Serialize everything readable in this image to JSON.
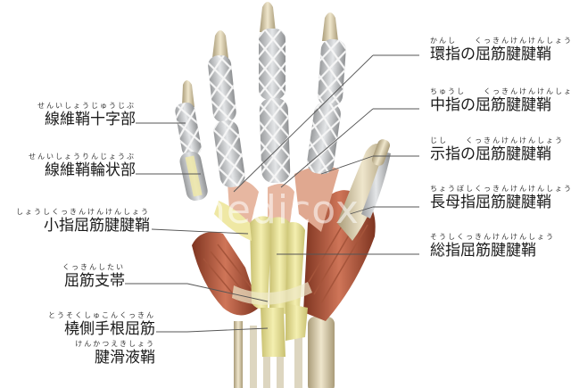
{
  "watermark": "medicox",
  "labels_left": [
    {
      "key": "fibrous_cruciate",
      "ruby": "せんいしょうじゅうじぶ",
      "text": "線維鞘十字部"
    },
    {
      "key": "fibrous_annular",
      "ruby": "せんいしょうりんじょうぶ",
      "text": "線維鞘輪状部"
    },
    {
      "key": "little_flexor_sheath",
      "ruby": "しょうしくっきんけんけんしょう",
      "text": "小指屈筋腱腱鞘"
    },
    {
      "key": "flexor_retinaculum",
      "ruby": "くっきんしたい",
      "text": "屈筋支帯"
    },
    {
      "key": "fcr_sheath_1",
      "ruby": "とうそくしゅこんくっきん",
      "text": "橈側手根屈筋"
    },
    {
      "key": "fcr_sheath_2",
      "ruby": "けんかつえきしょう",
      "text": "腱滑液鞘"
    }
  ],
  "labels_right": [
    {
      "key": "ring_flexor_sheath",
      "ruby": "かんし　　くっきんけんけんしょう",
      "text": "環指の屈筋腱腱鞘"
    },
    {
      "key": "middle_flexor_sheath",
      "ruby": "ちゅうし　　くっきんけんけんしょう",
      "text": "中指の屈筋腱腱鞘"
    },
    {
      "key": "index_flexor_sheath",
      "ruby": "じし　　くっきんけんけんしょう",
      "text": "示指の屈筋腱腱鞘"
    },
    {
      "key": "fpl_sheath",
      "ruby": "ちょうぼしくっきんけんけんしょう",
      "text": "長母指屈筋腱腱鞘"
    },
    {
      "key": "common_flexor_sheath",
      "ruby": "そうしくっきんけんけんしょう",
      "text": "総指屈筋腱腱鞘"
    }
  ],
  "colors": {
    "bone": "#e6dcc0",
    "bone_shade": "#b8ac8c",
    "sheath": "#d4d6d8",
    "sheath_line": "#ffffff",
    "yellow": "#ede79a",
    "muscle": "#c2674a",
    "muscle_dark": "#8e3d27",
    "skin_muscle": "#e9b39f",
    "leader": "#555555"
  }
}
